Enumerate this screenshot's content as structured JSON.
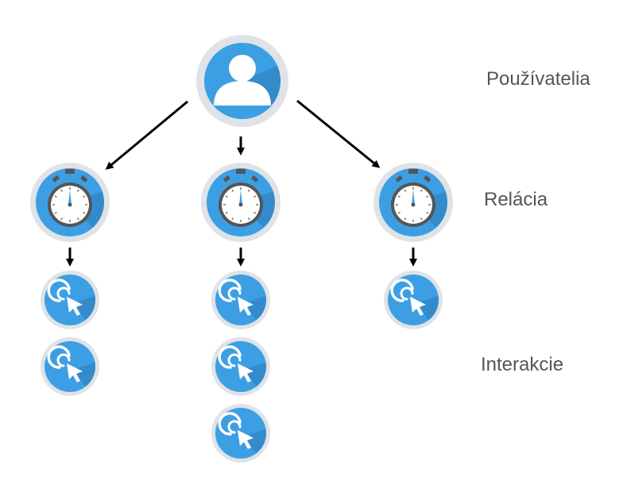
{
  "levels": {
    "users": "Používatelia",
    "sessions": "Relácia",
    "interactions": "Interakcie"
  },
  "tree": {
    "user_count": 1,
    "session_count": 3,
    "interactions_per_session": [
      2,
      3,
      1
    ]
  },
  "icons": {
    "user": "user-icon",
    "session": "stopwatch-icon",
    "interaction": "click-cursor-icon"
  },
  "colors": {
    "accent": "#3d9fe3",
    "accent_shadow": "#2a78b5",
    "ring": "#dfe3e7",
    "arrow": "#000000",
    "label": "#555555"
  }
}
